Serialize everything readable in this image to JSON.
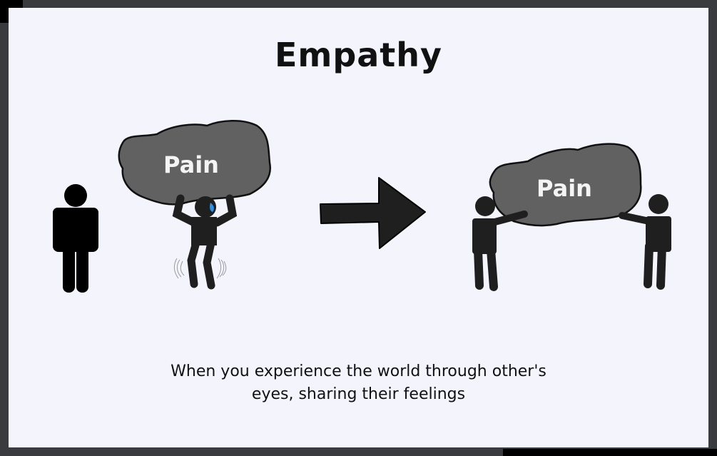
{
  "title": "Empathy",
  "panels": {
    "left": {
      "bystander": "standing-person",
      "burdened": "person-lifting-rock-alone",
      "rock_label": "Pain",
      "tear_color": "#2e8fe6"
    },
    "arrow": "right-arrow",
    "right": {
      "rock_label": "Pain",
      "carriers": [
        "left-person",
        "right-person"
      ]
    }
  },
  "caption": {
    "line1": "When you experience the world through other's",
    "line2": "eyes, sharing their feelings"
  },
  "colors": {
    "background": "#f4f4fd",
    "frame": "#3a3b3e",
    "rock": "#616161",
    "figure": "#1f1f1f",
    "tear": "#2e8fe6"
  }
}
